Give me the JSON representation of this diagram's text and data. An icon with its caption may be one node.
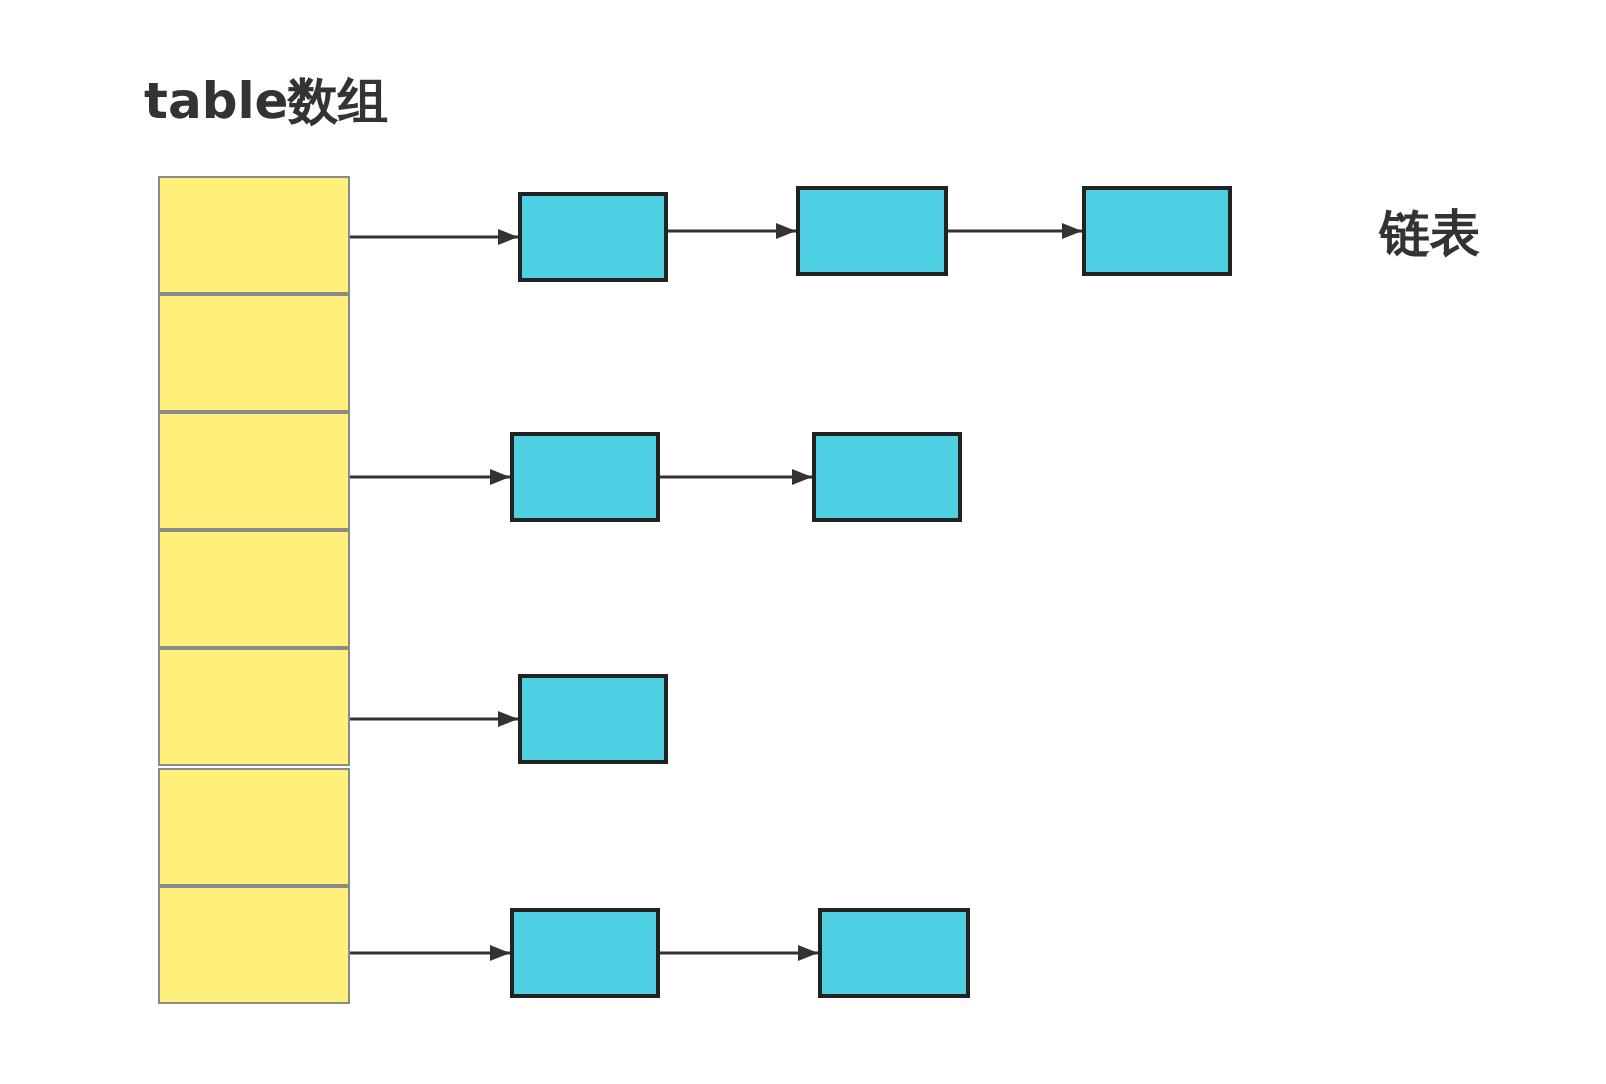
{
  "diagram": {
    "title": "table数组",
    "nodes": [
      {
        "text": [],
        "shape": "box"
      },
      {
        "text": [],
        "shape": "box"
      },
      {
        "text": [],
        "shape": "box"
      },
      {
        "text": [],
        "shape": "box"
      },
      {
        "text": [],
        "shape": "box"
      },
      {
        "text": [],
        "shape": "box"
      },
      {
        "text": [],
        "shape": "box"
      },
      {
        "text": [],
        "shape": "box"
      },
      {
        "text": [],
        "shape": "box"
      },
      {
        "text": [],
        "shape": "box"
      },
      {
        "text": [],
        "shape": "box"
      },
      {
        "text": [],
        "shape": "box"
      },
      {
        "text": [],
        "shape": "box"
      },
      {
        "text": [],
        "shape": "box"
      },
      {
        "text": [],
        "shape": "box"
      }
    ],
    "edges": [
      {
        "from": 0,
        "to": 7,
        "arrow": "to"
      },
      {
        "from": 7,
        "to": 8,
        "arrow": "to"
      },
      {
        "from": 8,
        "to": 9,
        "arrow": "to"
      },
      {
        "from": 2,
        "to": 10,
        "arrow": "to"
      },
      {
        "from": 10,
        "to": 11,
        "arrow": "to"
      },
      {
        "from": 4,
        "to": 12,
        "arrow": "to"
      },
      {
        "from": 6,
        "to": 13,
        "arrow": "to"
      },
      {
        "from": 13,
        "to": 14,
        "arrow": "to"
      }
    ],
    "labels": [
      "链表"
    ]
  }
}
